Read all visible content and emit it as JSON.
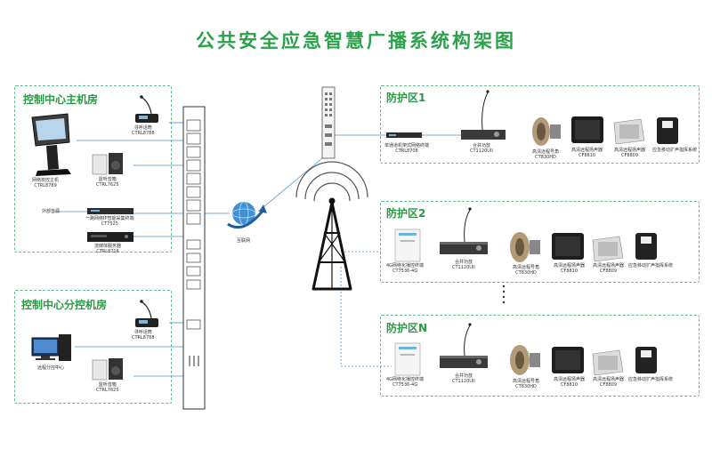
{
  "title": "公共安全应急智慧广播系统构架图",
  "zones": {
    "main_room": "控制中心主机房",
    "sub_room": "控制中心分控机房",
    "area1": "防护区1",
    "area2": "防护区2",
    "areaN": "防护区N"
  },
  "main_room": {
    "console": {
      "name": "网络校控主机",
      "model": "CTRL8789"
    },
    "mic": {
      "name": "寻呼话筒",
      "model": "CTRL8788"
    },
    "speaker": {
      "name": "监听音箱",
      "model": "CTRL7625"
    },
    "source": "外部音源",
    "encoder": {
      "name": "一路网络IP智能采集终端",
      "model": "CT7525"
    },
    "server": {
      "name": "流媒体服务器",
      "model": "CTRL8716"
    }
  },
  "internet": "互联网",
  "sub_room": {
    "mic": {
      "name": "寻呼话筒",
      "model": "CTRL8788"
    },
    "pc": "远程分控中心",
    "speaker": {
      "name": "监听音箱",
      "model": "CTRL7625"
    }
  },
  "area1": {
    "terminal": {
      "name": "单通道机架式网络终端",
      "model": "CTRL8708"
    },
    "amp": {
      "name": "合并功放",
      "model": "CT1120UII"
    },
    "horn": {
      "name": "高清远程号角",
      "model": "CT830HD"
    },
    "speaker1": {
      "name": "高清远程扬声器",
      "model": "CF8810"
    },
    "speaker2": {
      "name": "高清远程扬声器",
      "model": "CF8809"
    },
    "box": "应急移动扩声指挥系统"
  },
  "area2": {
    "terminal": {
      "name": "4G网络化播控终端",
      "model": "CT7536-4G"
    },
    "amp": {
      "name": "合并功放",
      "model": "CT1120UII"
    },
    "horn": {
      "name": "高清远程号角",
      "model": "CT830HD"
    },
    "speaker1": {
      "name": "高清远程扬声器",
      "model": "CF8810"
    },
    "speaker2": {
      "name": "高清远程扬声器",
      "model": "CF8809"
    },
    "box": "应急移动扩声指挥系统"
  },
  "areaN": {
    "terminal": {
      "name": "4G网络化播控终端",
      "model": "CT7536-4G"
    },
    "amp": {
      "name": "合并功放",
      "model": "CT1120UII"
    },
    "horn": {
      "name": "高清远程号角",
      "model": "CT830HD"
    },
    "speaker1": {
      "name": "高清远程扬声器",
      "model": "CF8810"
    },
    "speaker2": {
      "name": "高清远程扬声器",
      "model": "CF8809"
    },
    "box": "应急移动扩声指挥系统"
  },
  "colors": {
    "accent": "#2aa24a",
    "zone_border": "#64c08a",
    "wire": "#4a8fc9",
    "device_dark": "#222222"
  }
}
